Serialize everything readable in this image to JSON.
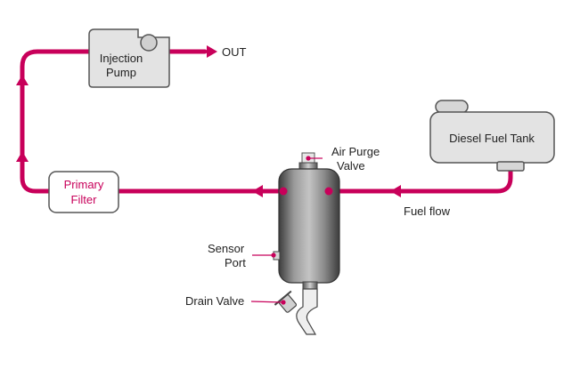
{
  "colors": {
    "flow_line": "#c8005a",
    "component_fill": "#e3e3e3",
    "component_stroke": "#555555",
    "filter_body_light": "#b8b8b8",
    "filter_body_dark": "#3c3c3c",
    "label_text": "#222222",
    "primary_filter_text": "#c8005a"
  },
  "components": {
    "injection_pump": {
      "line1": "Injection",
      "line2": "Pump"
    },
    "diesel_fuel_tank": {
      "label": "Diesel Fuel Tank"
    },
    "primary_filter": {
      "line1": "Primary",
      "line2": "Filter"
    },
    "water_separator": {
      "icon": "cylinder-filter-icon"
    }
  },
  "labels": {
    "out": "OUT",
    "air_purge_line1": "Air Purge",
    "air_purge_line2": "Valve",
    "fuel_flow": "Fuel flow",
    "sensor_line1": "Sensor",
    "sensor_line2": "Port",
    "drain_valve": "Drain Valve"
  }
}
